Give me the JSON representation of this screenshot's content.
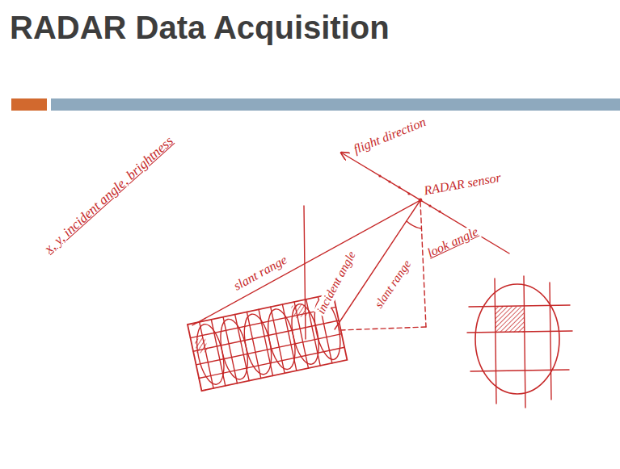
{
  "diagram": {
    "title": "RADAR Data Acquisition",
    "labels": [
      "x, y, incident angle, brightness",
      "flight direction",
      "RADAR sensor",
      "slant range",
      "incident angle",
      "look angle",
      "slant range"
    ]
  }
}
